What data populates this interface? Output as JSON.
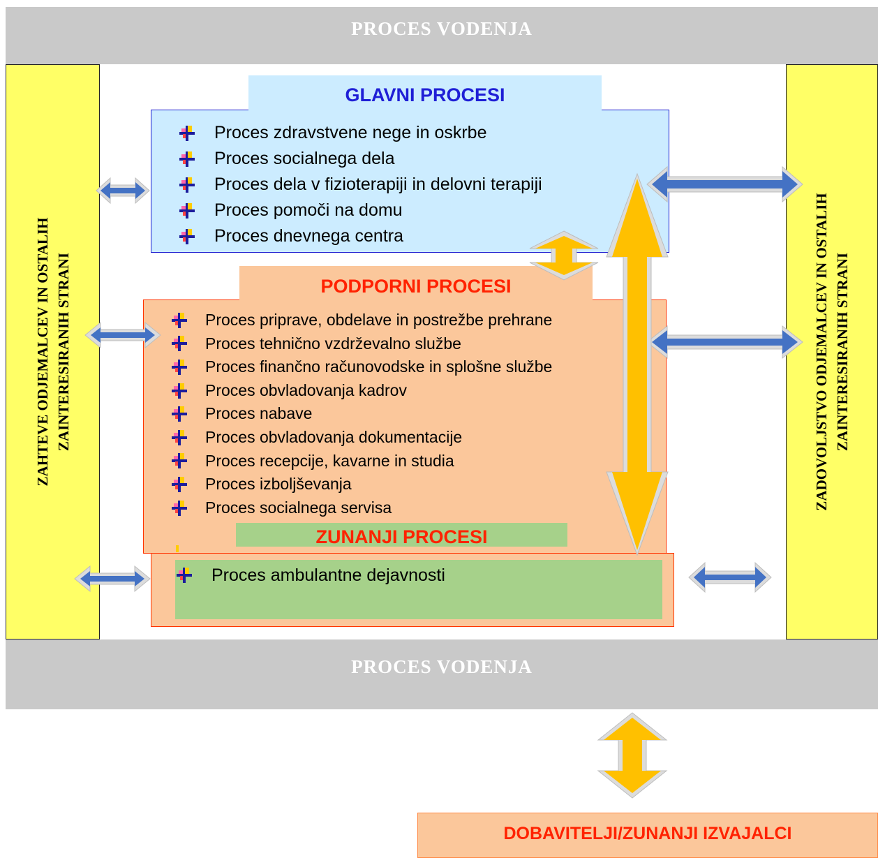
{
  "band_top": "PROCES VODENJA",
  "band_bottom": "PROCES VODENJA",
  "left_side": {
    "line1": "ZAHTEVE ODJEMALCEV IN OSTALIH",
    "line2": "ZAINTERESIRANIH STRANI"
  },
  "right_side": {
    "line1": "ZADOVOLJSTVO  ODJEMALCEV IN OSTALIH",
    "line2": "ZAINTERESIRANIH STRANI"
  },
  "glavni": {
    "title": "GLAVNI PROCESI",
    "items": [
      "Proces zdravstvene nege in oskrbe",
      "Proces socialnega dela",
      "Proces dela v fizioterapiji in delovni terapiji",
      "Proces pomoči na domu",
      "Proces dnevnega centra"
    ]
  },
  "podporni": {
    "title": "PODPORNI PROCESI",
    "items": [
      "Proces priprave, obdelave in postrežbe prehrane",
      "Proces tehnično vzdrževalno službe",
      "Proces finančno računovodske in splošne službe",
      "Proces obvladovanja kadrov",
      "Proces nabave",
      "Proces obvladovanja dokumentacije",
      "Proces recepcije, kavarne in studia",
      "Proces izboljševanja",
      "Proces socialnega servisa"
    ]
  },
  "zunanji": {
    "title": "ZUNANJI PROCESI",
    "items": [
      "Proces ambulantne dejavnosti"
    ]
  },
  "dobavitelji": "DOBAVITELJI/ZUNANJI IZVAJALCI",
  "colors": {
    "band": "#c9c9c9",
    "side": "#ffff66",
    "glavni_fill": "#ccecff",
    "glavni_text": "#1f1fd6",
    "podporni_fill": "#fbc79b",
    "red_text": "#ff2200",
    "zunanji_fill": "#a6d18a",
    "blue_arrow": "#4472c4",
    "gold_arrow": "#ffc000"
  }
}
